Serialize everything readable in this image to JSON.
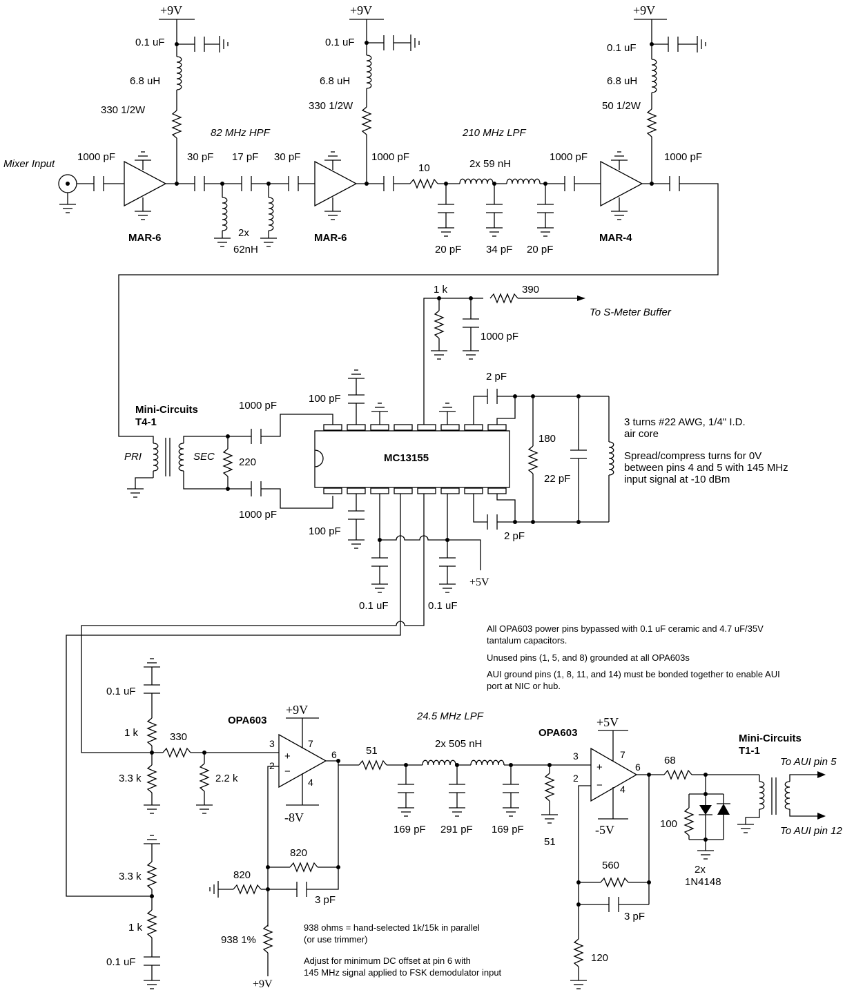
{
  "supplies": {
    "p9v": "+9V",
    "p5v": "+5V",
    "m8v": "-8V",
    "m5v": "-5V"
  },
  "stage1": {
    "cap_bypass1": "0.1 uF",
    "cap_bypass2": "0.1 uF",
    "cap_bypass3": "0.1 uF",
    "ind_1": "6.8 uH",
    "ind_2": "6.8 uH",
    "ind_3": "6.8 uH",
    "res_1": "330 1/2W",
    "res_2": "330 1/2W",
    "res_3": "50 1/2W",
    "hpf_label": "82 MHz HPF",
    "lpf_label": "210 MHz LPF",
    "mixer_input": "Mixer Input",
    "c_in": "1000 pF",
    "c_30a": "30 pF",
    "c_17": "17 pF",
    "c_30b": "30 pF",
    "c_out2": "1000 pF",
    "r_10": "10",
    "ind_59": "2x 59 nH",
    "c_in3": "1000 pF",
    "c_out3": "1000 pF",
    "amp1": "MAR-6",
    "amp2": "MAR-6",
    "amp3": "MAR-4",
    "ind_62a": "2x",
    "ind_62b": "62nH",
    "c_20a": "20 pF",
    "c_34": "34 pF",
    "c_20b": "20 pF"
  },
  "stage2": {
    "r_1k": "1 k",
    "r_390": "390",
    "c_1000": "1000 pF",
    "smeter": "To S-Meter Buffer",
    "xfmr_a": "Mini-Circuits",
    "xfmr_b": "T4-1",
    "pri": "PRI",
    "sec": "SEC",
    "r_220": "220",
    "c_top": "1000 pF",
    "c_bot": "1000 pF",
    "c_100a": "100 pF",
    "c_100b": "100 pF",
    "ic": "MC13155",
    "c_2pa": "2 pF",
    "c_2pb": "2 pF",
    "r_180": "180",
    "c_22": "22 pF",
    "c_01a": "0.1 uF",
    "c_01b": "0.1 uF",
    "coil_note": [
      "3 turns #22 AWG, 1/4\" I.D.",
      "air core"
    ],
    "spread_note": [
      "Spread/compress turns for 0V",
      "between pins 4 and 5 with 145 MHz",
      "input signal at -10 dBm"
    ]
  },
  "stage3": {
    "notes": [
      "All OPA603 power pins bypassed with 0.1 uF ceramic and 4.7 uF/35V",
      "tantalum capacitors.",
      "Unused pins (1, 5, and 8) grounded at all OPA603s",
      "AUI ground pins (1, 8, 11, and 14) must be bonded together to enable AUI",
      "port at NIC or hub."
    ],
    "c_01t": "0.1 uF",
    "r_1kt": "1 k",
    "r_330": "330",
    "r_33kt": "3.3 k",
    "r_22k": "2.2 k",
    "r_33kb": "3.3 k",
    "r_1kb": "1 k",
    "c_01b": "0.1 uF",
    "op1": "OPA603",
    "op2": "OPA603",
    "pin3a": "3",
    "pin2a": "2",
    "pin7a": "7",
    "pin4a": "4",
    "pin6a": "6",
    "pin3b": "3",
    "pin2b": "2",
    "pin7b": "7",
    "pin4b": "4",
    "pin6b": "6",
    "plus": "+",
    "minus": "−",
    "lpf_label": "24.5 MHz LPF",
    "r_51a": "51",
    "ind_505": "2x 505 nH",
    "c_169a": "169 pF",
    "c_291": "291 pF",
    "c_169b": "169 pF",
    "r_51b": "51",
    "r_820a": "820",
    "r_820b": "820",
    "c_3pa": "3 pF",
    "r_938": "938 1%",
    "note_938a": "938 ohms = hand-selected 1k/15k in parallel",
    "note_938b": "(or use trimmer)",
    "note_adj_a": "Adjust for minimum DC offset at pin 6 with",
    "note_adj_b": "145 MHz signal applied to FSK demodulator input",
    "r_560": "560",
    "c_3pb": "3 pF",
    "r_120": "120",
    "r_68": "68",
    "r_100": "100",
    "diodes_a": "2x",
    "diodes_b": "1N4148",
    "xfmr_a": "Mini-Circuits",
    "xfmr_b": "T1-1",
    "aui5": "To AUI pin 5",
    "aui12": "To AUI pin 12"
  }
}
